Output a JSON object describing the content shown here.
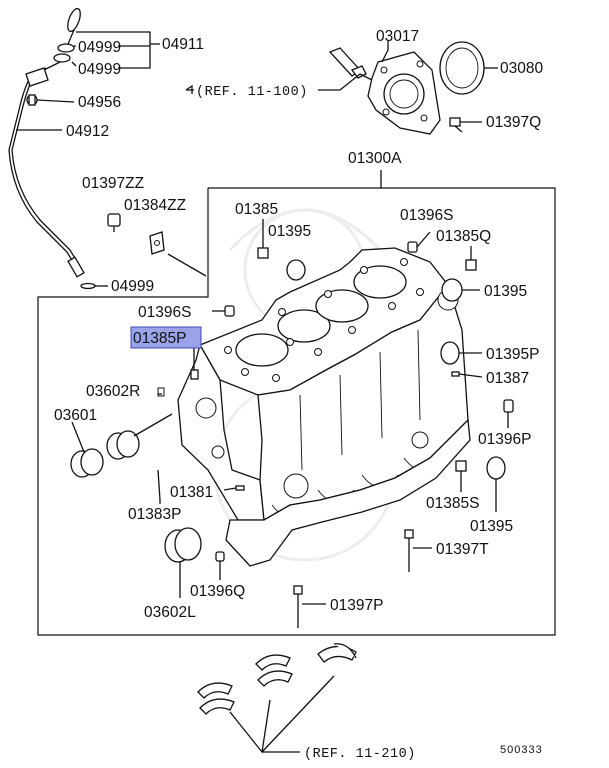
{
  "labels": {
    "p04911": "04911",
    "p04999a": "04999",
    "p04999b": "04999",
    "p04956": "04956",
    "p04912": "04912",
    "p04999c": "04999",
    "p03017": "03017",
    "p03080": "03080",
    "ref_top": "(REF. 11-100)",
    "p01397q": "01397Q",
    "p01300a": "01300A",
    "p01397zz": "01397ZZ",
    "p01384zz": "01384ZZ",
    "p01385": "01385",
    "p01395a": "01395",
    "p01396s_a": "01396S",
    "p01385q": "01385Q",
    "p01395b": "01395",
    "p01396s_b": "01396S",
    "p01385p": "01385P",
    "p01395p": "01395P",
    "p01387": "01387",
    "p03602r": "03602R",
    "p03601": "03601",
    "p01396p": "01396P",
    "p01381": "01381",
    "p01385s": "01385S",
    "p01383p": "01383P",
    "p01395c": "01395",
    "p01397t": "01397T",
    "p01396q": "01396Q",
    "p01397p": "01397P",
    "p03602l": "03602L",
    "ref_bottom": "(REF. 11-210)",
    "diagram_code": "500333"
  },
  "highlight": {
    "part": "01385P",
    "color": "#9aa3e8"
  }
}
